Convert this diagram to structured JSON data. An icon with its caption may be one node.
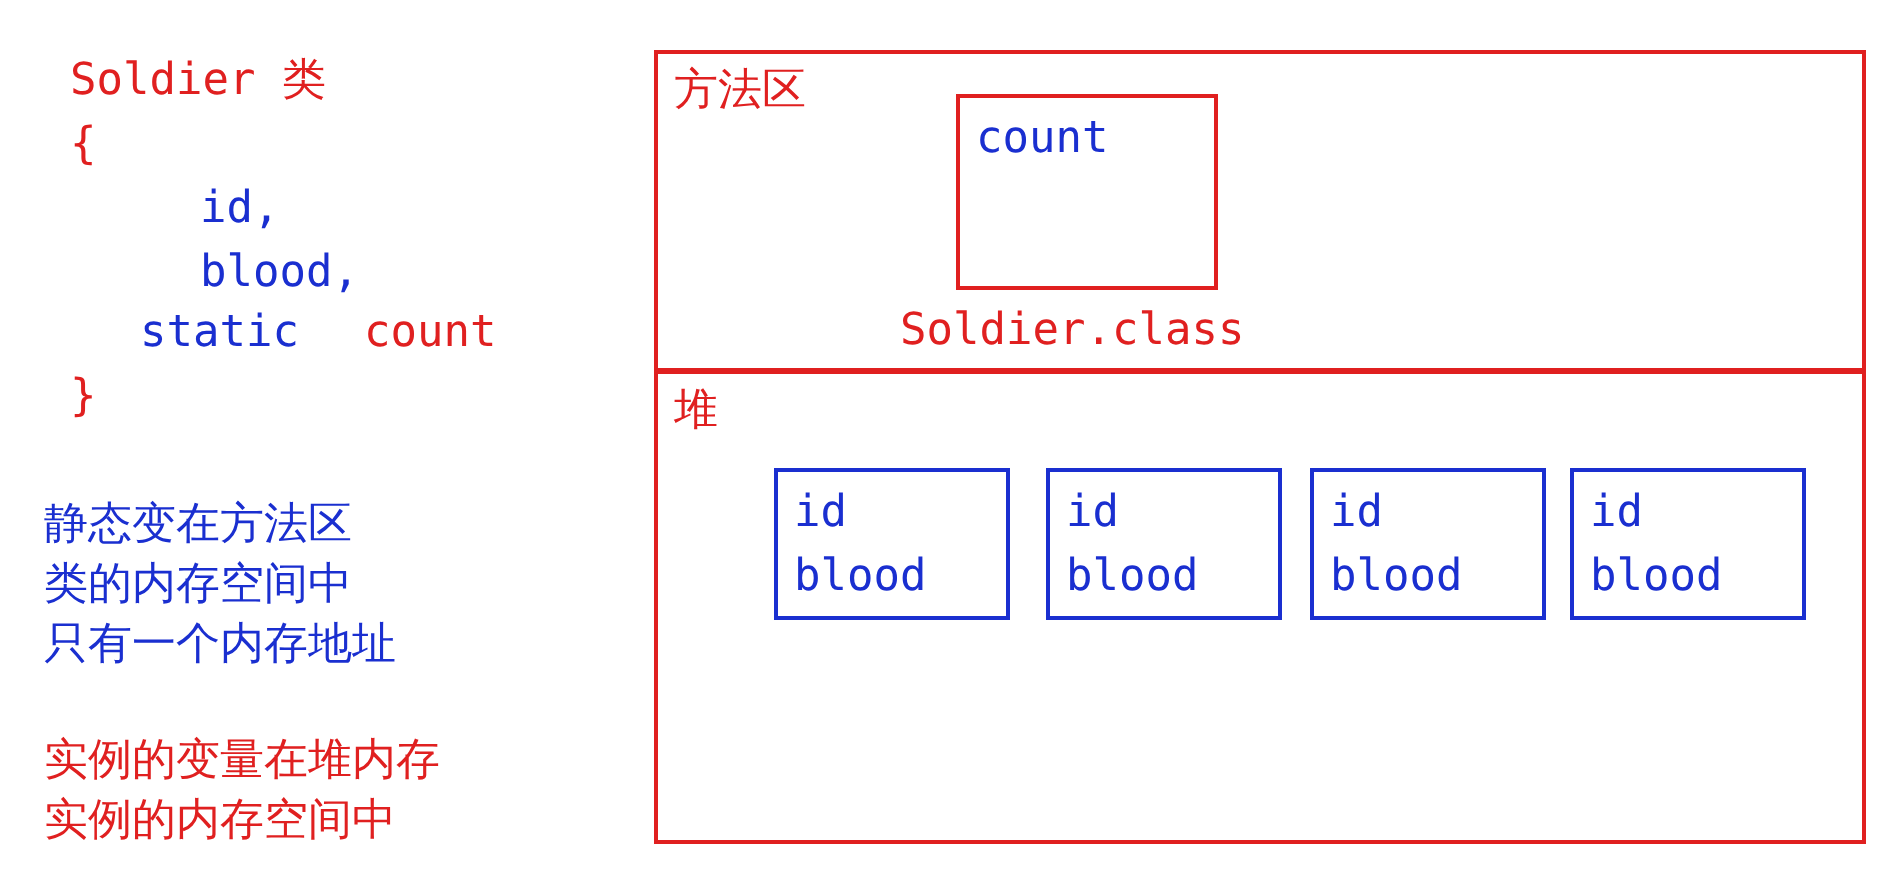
{
  "diagram": {
    "nodes": [
      {
        "text": [
          "方法区"
        ]
      },
      {
        "text": [
          "count"
        ],
        "in": 0,
        "beside": [
          "Soldier.class"
        ]
      },
      {
        "text": [
          "堆"
        ]
      },
      {
        "text": [
          "id",
          "blood"
        ],
        "in": 2
      },
      {
        "text": [
          "id",
          "blood"
        ],
        "in": 2
      },
      {
        "text": [
          "id",
          "blood"
        ],
        "in": 2
      },
      {
        "text": [
          "id",
          "blood"
        ],
        "in": 2
      }
    ],
    "edges": [],
    "labels": [
      "Soldier 类",
      "{",
      "id,",
      "blood,",
      "static",
      "count",
      "}",
      "静态变在方法区",
      "类的内存空间中",
      "只有一个内存地址",
      "实例的变量在堆内存",
      "实例的内存空间中"
    ]
  }
}
